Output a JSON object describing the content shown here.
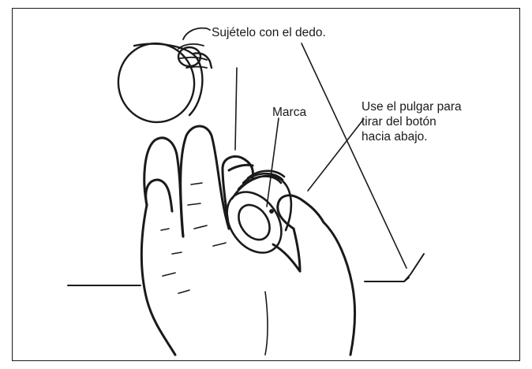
{
  "labels": {
    "hold_with_finger": "Sujételo con el dedo.",
    "mark": "Marca",
    "thumb_instruction": [
      "Use el pulgar para",
      "tirar del botón",
      "hacia abajo."
    ]
  },
  "colors": {
    "line": "#1a1a1a",
    "background": "#ffffff"
  }
}
